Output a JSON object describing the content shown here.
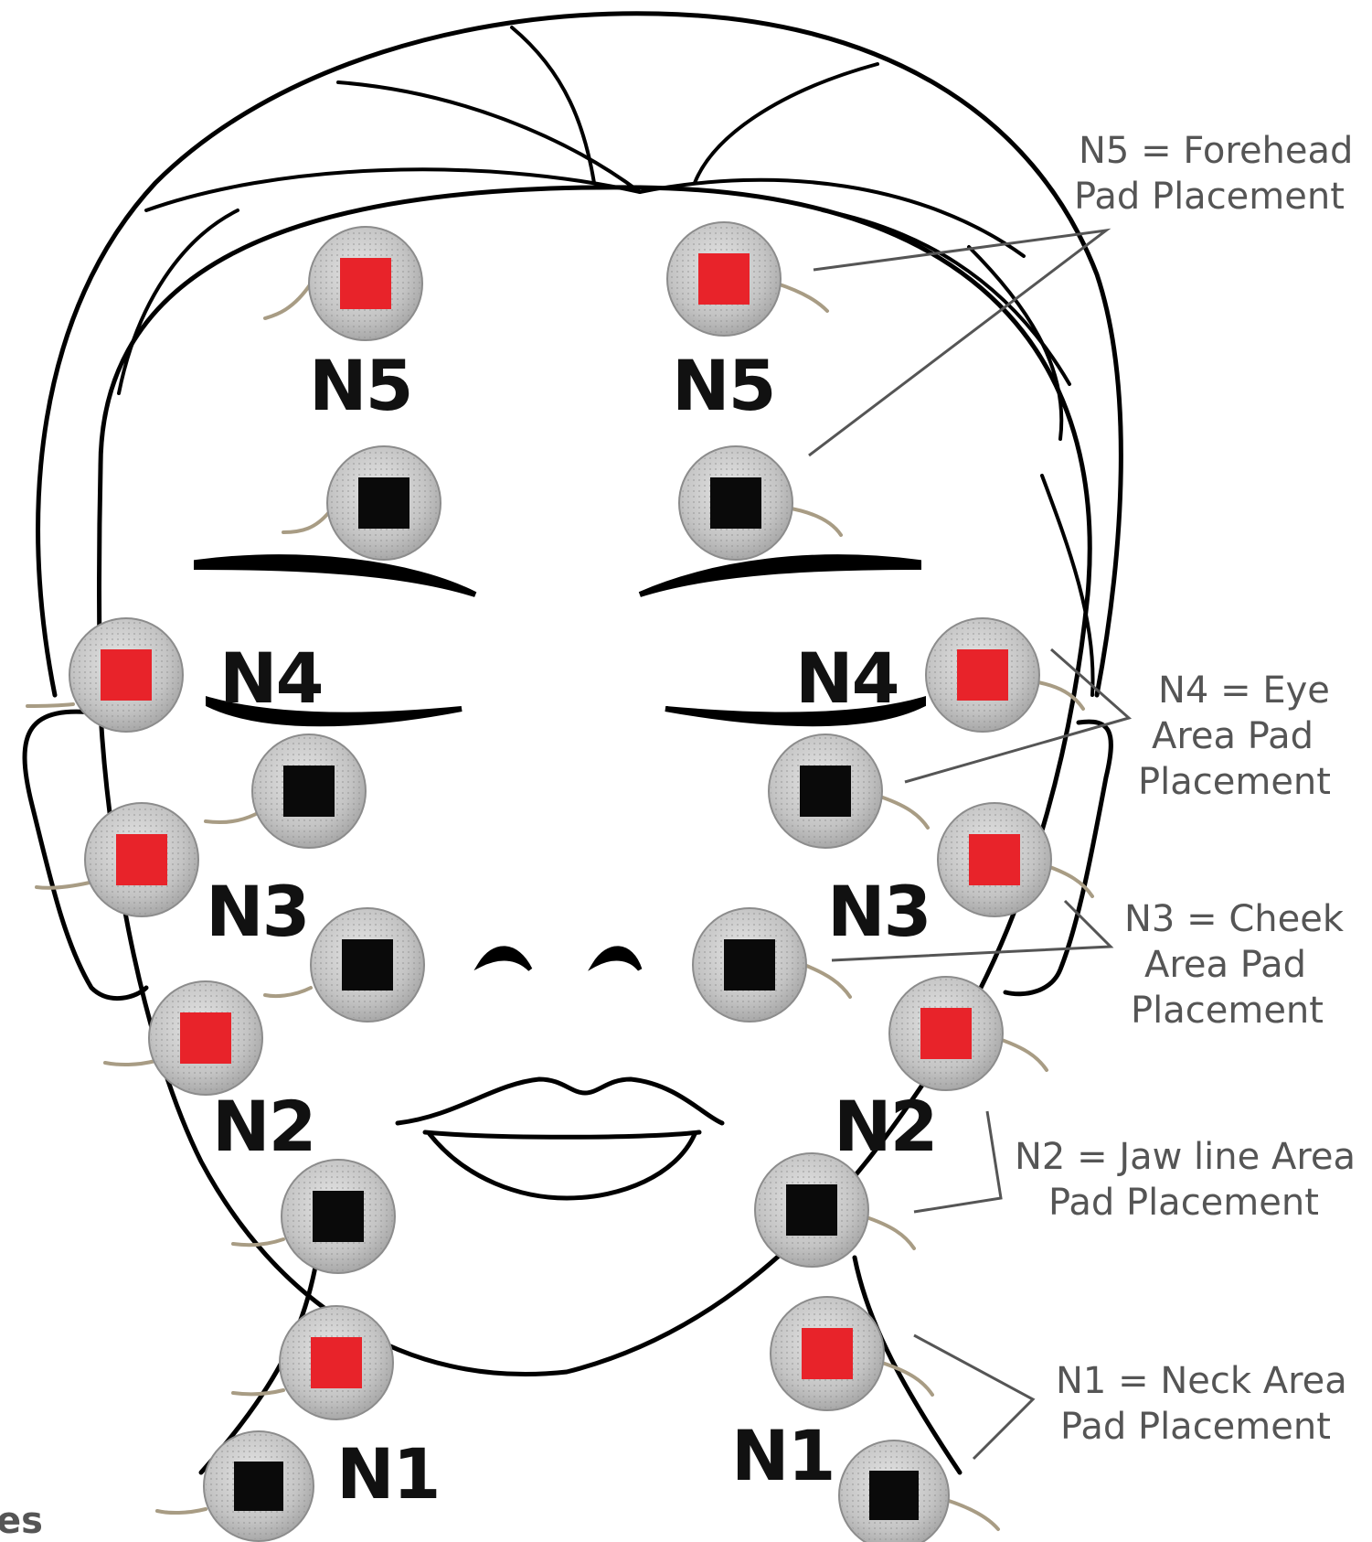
{
  "colors": {
    "positive_pad": "#e8232a",
    "negative_pad": "#0a0a0a",
    "legend_text": "#555555",
    "label_text": "#111111"
  },
  "zone_labels": [
    "N5",
    "N5",
    "N4",
    "N4",
    "N3",
    "N3",
    "N2",
    "N2",
    "N1",
    "N1"
  ],
  "legend": {
    "n5": [
      "N5 = Forehead",
      "Pad Placement"
    ],
    "n4": [
      "N4 = Eye",
      "Area Pad",
      "Placement"
    ],
    "n3": [
      "N3 = Cheek",
      "Area Pad",
      "Placement"
    ],
    "n2": [
      "N2 = Jaw line Area",
      "Pad Placement"
    ],
    "n1": [
      "N1 = Neck Area",
      "Pad Placement"
    ]
  },
  "edge_text": "es",
  "pads": [
    {
      "zone": "N5",
      "side": "left",
      "polarity": "positive"
    },
    {
      "zone": "N5",
      "side": "right",
      "polarity": "positive"
    },
    {
      "zone": "N5",
      "side": "left",
      "polarity": "negative"
    },
    {
      "zone": "N5",
      "side": "right",
      "polarity": "negative"
    },
    {
      "zone": "N4",
      "side": "left",
      "polarity": "positive"
    },
    {
      "zone": "N4",
      "side": "right",
      "polarity": "positive"
    },
    {
      "zone": "N4",
      "side": "left",
      "polarity": "negative"
    },
    {
      "zone": "N4",
      "side": "right",
      "polarity": "negative"
    },
    {
      "zone": "N3",
      "side": "left",
      "polarity": "positive"
    },
    {
      "zone": "N3",
      "side": "right",
      "polarity": "positive"
    },
    {
      "zone": "N3",
      "side": "left",
      "polarity": "negative"
    },
    {
      "zone": "N3",
      "side": "right",
      "polarity": "negative"
    },
    {
      "zone": "N2",
      "side": "left",
      "polarity": "positive"
    },
    {
      "zone": "N2",
      "side": "right",
      "polarity": "positive"
    },
    {
      "zone": "N2",
      "side": "left",
      "polarity": "negative"
    },
    {
      "zone": "N2",
      "side": "right",
      "polarity": "negative"
    },
    {
      "zone": "N1",
      "side": "left",
      "polarity": "positive"
    },
    {
      "zone": "N1",
      "side": "right",
      "polarity": "positive"
    },
    {
      "zone": "N1",
      "side": "left",
      "polarity": "negative"
    },
    {
      "zone": "N1",
      "side": "right",
      "polarity": "negative"
    }
  ]
}
